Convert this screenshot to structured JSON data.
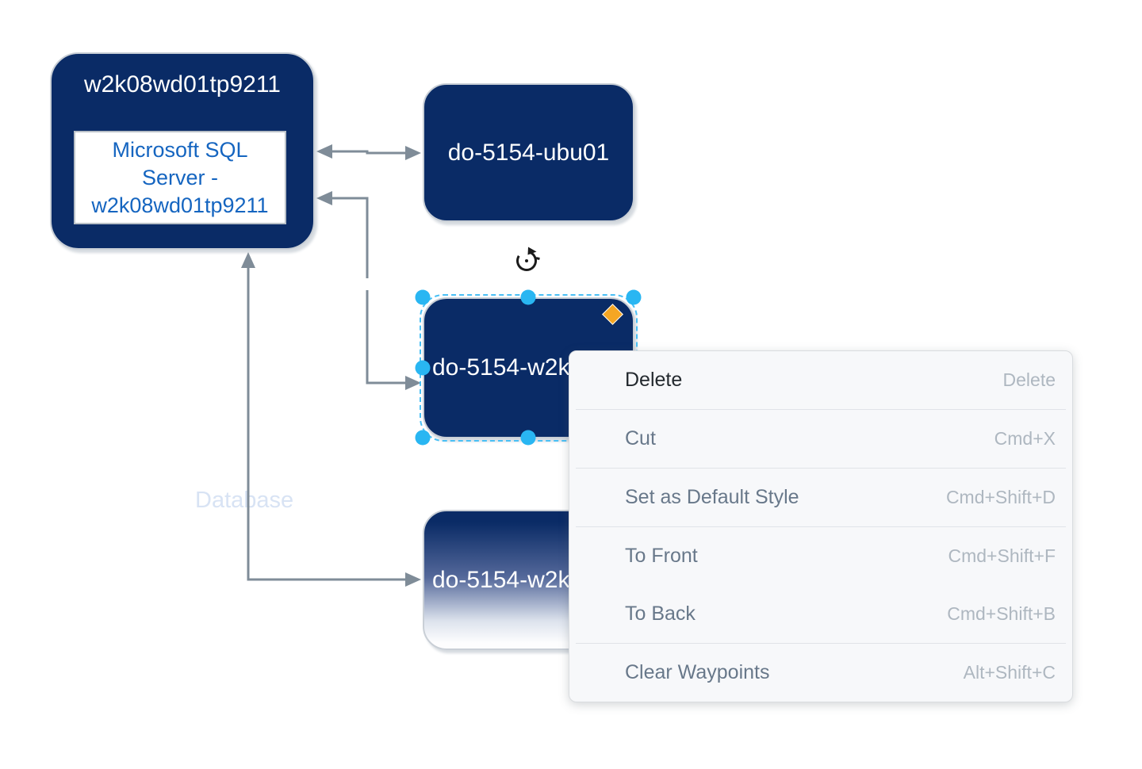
{
  "colors": {
    "navy": "#0a2b66",
    "node-border": "#c9cfd6",
    "node-shadow": "#d6dbe0",
    "accent-blue": "#1565c0",
    "arrow": "#7f8c98",
    "edge-label": "#d8e3f4",
    "handle": "#29b6f2",
    "selection": "#4ac0f5",
    "waypoint-orange": "#f5a623",
    "menu-bg": "#f7f8fa",
    "menu-border": "#d9dcdf",
    "menu-divider": "#e0e3e8",
    "menu-label": "#68788a",
    "menu-label-strong": "#23292e",
    "menu-shortcut": "#aeb7c0"
  },
  "nodes": {
    "sql_host": {
      "title": "w2k08wd01tp9211",
      "service": "Microsoft SQL\nServer -\nw2k08wd01tp9211"
    },
    "ubuntu": {
      "label": "do-5154-ubu01"
    },
    "selected": {
      "label": "do-5154-w2k"
    },
    "gradient": {
      "label": "do-5154-w2k"
    }
  },
  "edge_labels": {
    "database": "Database"
  },
  "context_menu": {
    "items": [
      {
        "label": "Delete",
        "shortcut": "Delete"
      },
      {
        "label": "Cut",
        "shortcut": "Cmd+X"
      },
      {
        "label": "Set as Default Style",
        "shortcut": "Cmd+Shift+D"
      },
      {
        "label": "To Front",
        "shortcut": "Cmd+Shift+F"
      },
      {
        "label": "To Back",
        "shortcut": "Cmd+Shift+B"
      },
      {
        "label": "Clear Waypoints",
        "shortcut": "Alt+Shift+C"
      }
    ]
  }
}
